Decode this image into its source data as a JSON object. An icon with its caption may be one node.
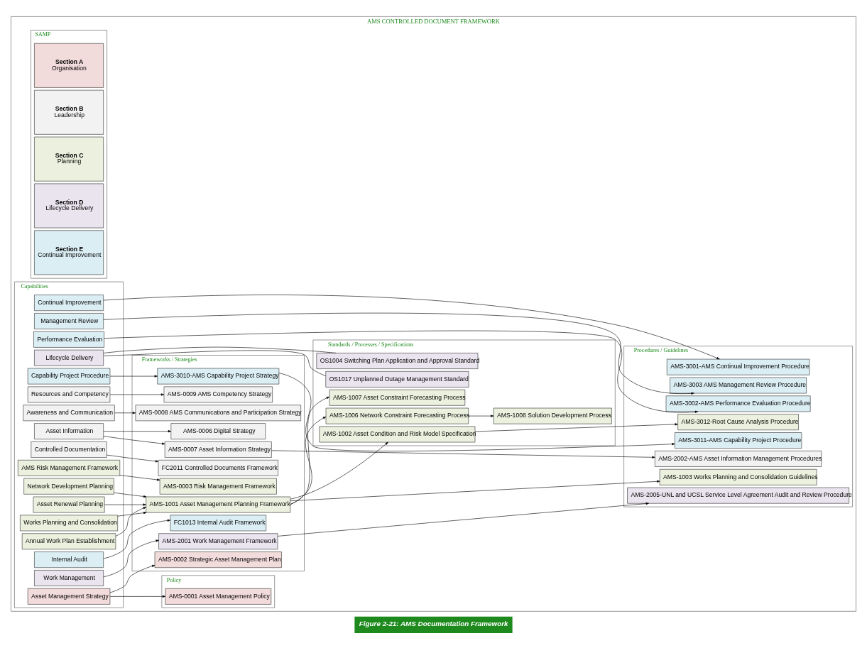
{
  "diagram": {
    "caption": "Figure 2-21: AMS Documentation Framework",
    "nodes": [
      {
        "text": [
          "AMS CONTROLLED DOCUMENT FRAMEWORK"
        ]
      },
      {
        "text": [
          "SAMP"
        ],
        "in": 0
      },
      {
        "text": [
          "Section A",
          "Organisation"
        ],
        "in": 1
      },
      {
        "text": [
          "Section B",
          "Leadership"
        ],
        "in": 1
      },
      {
        "text": [
          "Section C",
          "Planning"
        ],
        "in": 1
      },
      {
        "text": [
          "Section D",
          "Lifecycle Delivery"
        ],
        "in": 1
      },
      {
        "text": [
          "Section E",
          "Continual Improvement"
        ],
        "in": 1
      },
      {
        "text": [
          "Capabilities"
        ],
        "in": 0
      },
      {
        "text": [
          "Asset Management Strategy"
        ],
        "in": 7
      },
      {
        "text": [
          "Resources and Competency"
        ],
        "in": 7
      },
      {
        "text": [
          "Awareness and Communication"
        ],
        "in": 7
      },
      {
        "text": [
          "Asset Information"
        ],
        "in": 7
      },
      {
        "text": [
          "Controlled Documentation"
        ],
        "in": 7
      },
      {
        "text": [
          "AMS Risk Management Framework"
        ],
        "in": 7
      },
      {
        "text": [
          "Network Development Planning"
        ],
        "in": 7
      },
      {
        "text": [
          "Asset Renewal Planning"
        ],
        "in": 7
      },
      {
        "text": [
          "Works Planning and Consolidation"
        ],
        "in": 7
      },
      {
        "text": [
          "Annual Work Plan Establishment"
        ],
        "in": 7
      },
      {
        "text": [
          "Lifecycle Delivery"
        ],
        "in": 7
      },
      {
        "text": [
          "Work Management"
        ],
        "in": 7
      },
      {
        "text": [
          "Performance Evaluation"
        ],
        "in": 7
      },
      {
        "text": [
          "Internal Audit"
        ],
        "in": 7
      },
      {
        "text": [
          "Management Review"
        ],
        "in": 7
      },
      {
        "text": [
          "Continual Improvement"
        ],
        "in": 7
      },
      {
        "text": [
          "Capability Project Procedure"
        ],
        "in": 7
      },
      {
        "text": [
          "Policy"
        ],
        "in": 0
      },
      {
        "text": [
          "AMS-0001 Asset Management Policy"
        ],
        "in": 25
      },
      {
        "text": [
          "Frameworks / Strategies"
        ],
        "in": 0
      },
      {
        "text": [
          "AMS-0002 Strategic Asset Management Plan"
        ],
        "in": 27
      },
      {
        "text": [
          "AMS-0009 AMS Competency Strategy"
        ],
        "in": 27
      },
      {
        "text": [
          "AMS-0008 AMS Communications and Participation Strategy"
        ],
        "in": 27
      },
      {
        "text": [
          "AMS-0007 Asset Information Strategy"
        ],
        "in": 27
      },
      {
        "text": [
          "AMS-0006 Digital Strategy"
        ],
        "in": 27
      },
      {
        "text": [
          "FC2011 Controlled Documents Framework"
        ],
        "in": 27
      },
      {
        "text": [
          "AMS-0003 Risk Management Framework"
        ],
        "in": 27
      },
      {
        "text": [
          "AMS-1001 Asset Management Planning Framework"
        ],
        "in": 27
      },
      {
        "text": [
          "AMS-2001 Work Management Framework"
        ],
        "in": 27
      },
      {
        "text": [
          "FC1013 Internal Audit Framework"
        ],
        "in": 27
      },
      {
        "text": [
          "AMS-3010-AMS Capability Project Strategy"
        ],
        "in": 27
      },
      {
        "text": [
          "Standards / Processes / Specifications"
        ],
        "in": 0
      },
      {
        "text": [
          "AMS-1002 Asset Condition and Risk Model Specification"
        ],
        "in": 39
      },
      {
        "text": [
          "AMS-1006 Network Constraint Forecasting Process"
        ],
        "in": 39
      },
      {
        "text": [
          "AMS-1008 Solution Development Process"
        ],
        "in": 39
      },
      {
        "text": [
          "AMS-1007 Asset Constraint Forecasting Process"
        ],
        "in": 39
      },
      {
        "text": [
          "OS1004 Switching Plan Application and Approval Standard"
        ],
        "in": 39
      },
      {
        "text": [
          "OS1017 Unplanned Outage Management Standard"
        ],
        "in": 39
      },
      {
        "text": [
          "Procedures / Guidelines"
        ],
        "in": 0
      },
      {
        "text": [
          "AMS-2002-AMS Asset Information Management Procedures"
        ],
        "in": 46
      },
      {
        "text": [
          "AMS-3012-Root Cause Analysis Procedure"
        ],
        "in": 46
      },
      {
        "text": [
          "AMS-1003 Works Planning and Consolidation Guidelines"
        ],
        "in": 46
      },
      {
        "text": [
          "AMS-2005-UNL and UCSL Service Level Agreement Audit and Review Procedure"
        ],
        "in": 46
      },
      {
        "text": [
          "AMS-3002-AMS Performance Evaluation Procedure"
        ],
        "in": 46
      },
      {
        "text": [
          "AMS-3003 AMS Management Review Procedure"
        ],
        "in": 46
      },
      {
        "text": [
          "AMS-3001-AMS Continual Improvement Procedure"
        ],
        "in": 46
      },
      {
        "text": [
          "AMS-3011-AMS Capability Project Procedure"
        ],
        "in": 46
      }
    ],
    "edges": [
      {
        "from": 8,
        "to": 26,
        "arrow": "to"
      },
      {
        "from": 8,
        "to": 28,
        "arrow": "to"
      },
      {
        "from": 9,
        "to": 29,
        "arrow": "to"
      },
      {
        "from": 10,
        "to": 30,
        "arrow": "to"
      },
      {
        "from": 11,
        "to": 31,
        "arrow": "to"
      },
      {
        "from": 11,
        "to": 32,
        "arrow": "to"
      },
      {
        "from": 31,
        "to": 47,
        "arrow": "to"
      },
      {
        "from": 12,
        "to": 33,
        "arrow": "to"
      },
      {
        "from": 13,
        "to": 34,
        "arrow": "to"
      },
      {
        "from": 14,
        "to": 35,
        "arrow": "to"
      },
      {
        "from": 15,
        "to": 35,
        "arrow": "to"
      },
      {
        "from": 16,
        "to": 35,
        "arrow": "to"
      },
      {
        "from": 17,
        "to": 35,
        "arrow": "to"
      },
      {
        "from": 35,
        "to": 40,
        "arrow": "to"
      },
      {
        "from": 35,
        "to": 41,
        "arrow": "to"
      },
      {
        "from": 35,
        "to": 43,
        "arrow": "to"
      },
      {
        "from": 35,
        "to": 49,
        "arrow": "to"
      },
      {
        "from": 40,
        "to": 48,
        "arrow": "to"
      },
      {
        "from": 41,
        "to": 42,
        "arrow": "to"
      },
      {
        "from": 18,
        "to": 44,
        "arrow": "none"
      },
      {
        "from": 18,
        "to": 45,
        "arrow": "none"
      },
      {
        "from": 19,
        "to": 36,
        "arrow": "to"
      },
      {
        "from": 36,
        "to": 50,
        "arrow": "to"
      },
      {
        "from": 20,
        "to": 51,
        "arrow": "to"
      },
      {
        "from": 21,
        "to": 37,
        "arrow": "to"
      },
      {
        "from": 22,
        "to": 52,
        "arrow": "to"
      },
      {
        "from": 23,
        "to": 53,
        "arrow": "to"
      },
      {
        "from": 24,
        "to": 38,
        "arrow": "to"
      },
      {
        "from": 38,
        "to": 54,
        "arrow": "to"
      }
    ]
  }
}
